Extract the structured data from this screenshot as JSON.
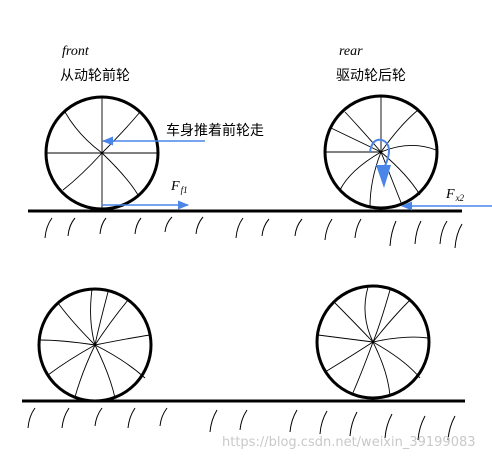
{
  "labels": {
    "front_en": "front",
    "front_cn": "从动轮前轮",
    "rear_en": "rear",
    "rear_cn": "驱动轮后轮",
    "push_note": "车身推着前轮走",
    "force_front_main": "F",
    "force_front_sub": "f1",
    "force_rear_main": "F",
    "force_rear_sub": "x2"
  },
  "watermark": "https://blog.csdn.net/weixin_39199083",
  "colors": {
    "ink": "#000000",
    "arrow": "#4a86e8"
  }
}
